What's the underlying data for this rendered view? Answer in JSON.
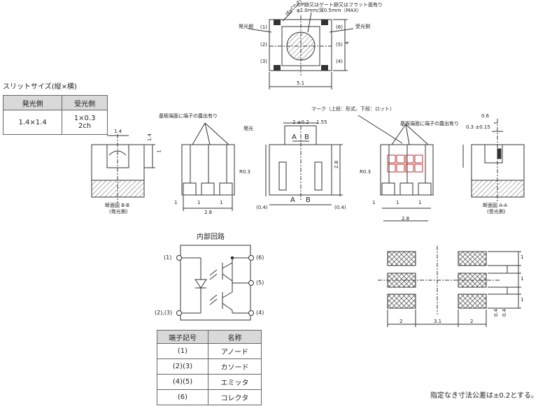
{
  "title": "スリットサイズ(縦×横)",
  "slit_table": {
    "headers": [
      "発光側",
      "受光側"
    ],
    "row": [
      "1.4×1.4",
      "1×0.3",
      "2ch"
    ]
  },
  "top_view": {
    "emitter_label": "発光側",
    "receiver_label": "受光側",
    "pins_left": [
      "(1)",
      "(2)",
      "(3)"
    ],
    "pins_right": [
      "(6)",
      "(5)",
      "(4)"
    ],
    "note_line1": "E/P跡又はゲート跡又はフラット面有り",
    "note_line2": "φ2.0mm/深0.5mm（MAX）",
    "corner_dim": "(6xC0.2)",
    "dim_width": "5.1",
    "dim_height": "4"
  },
  "side_views": {
    "left_label_1": "断面図 B-B",
    "left_label_2": "(発光側)",
    "right_label_1": "断面図 A-A",
    "right_label_2": "(受光側)",
    "exposed_note": "基板端面に端子の露出有り",
    "mark_note": "マーク（上段：形式、下段：ロット）",
    "emitter_side": "発光",
    "dim_1_4a": "1.4",
    "dim_1_4b": "1.4",
    "dim_1": "1",
    "dim_2_8a": "2.8",
    "dim_2_8b": "2.8",
    "dim_2_8c": "2.8",
    "dim_r03a": "R0.3",
    "dim_r03b": "R0.3",
    "dim_1_55": "1.55",
    "dim_2ref": "2 ±0.2",
    "dim_04a": "(0.4)",
    "dim_04b": "(0.4)",
    "dim_06": "0.6",
    "dim_03": "0.3 ±0.15",
    "dim_1_ticks": [
      "1",
      "1",
      "1",
      "1",
      "1",
      "1"
    ],
    "section_a_top": "A",
    "section_b_top": "B",
    "section_a_bot": "A",
    "section_b_bot": "B"
  },
  "circuit": {
    "title": "内部回路",
    "pin1": "(1)",
    "pin23": "(2),(3)",
    "pin6": "(6)",
    "pin5": "(5)",
    "pin4": "(4)"
  },
  "pin_table": {
    "headers": [
      "端子記号",
      "名称"
    ],
    "rows": [
      [
        "(1)",
        "アノード"
      ],
      [
        "(2)(3)",
        "カソード"
      ],
      [
        "(4)(5)",
        "エミッタ"
      ],
      [
        "(6)",
        "コレクタ"
      ]
    ]
  },
  "footprint": {
    "dims_bottom": [
      "2",
      "3.1",
      "2"
    ],
    "dims_right": [
      "1",
      "1",
      "1",
      "0.4",
      "0.4"
    ]
  },
  "tolerance_note": "指定なき寸法公差は±0.2とする。"
}
